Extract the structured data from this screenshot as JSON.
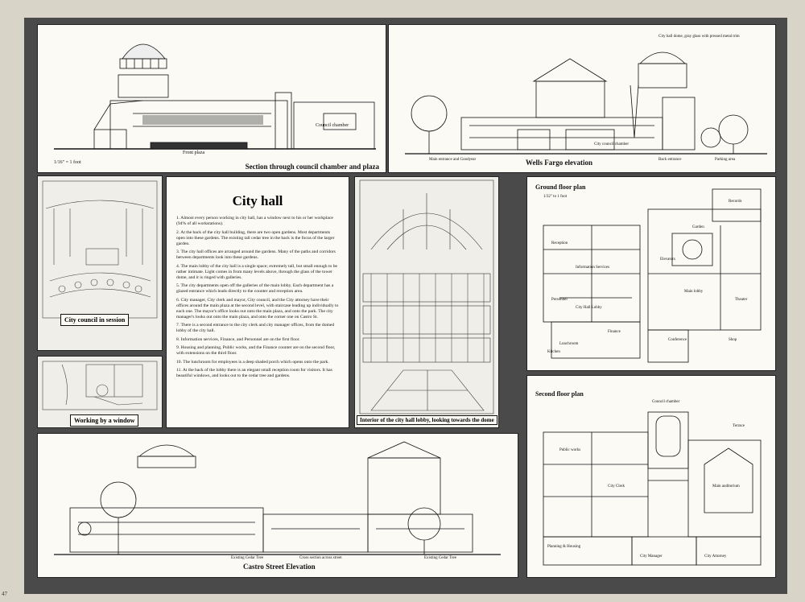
{
  "section_panel": {
    "caption": "Section through council chamber and plaza",
    "scale": "1/16\" = 1 foot",
    "labels": [
      "Council chamber",
      "Front plaza"
    ]
  },
  "wells_panel": {
    "caption": "Wells Fargo elevation",
    "top_note": "City hall dome, gray glass with pressed metal trim",
    "labels": [
      "Main entrance and Goodyear",
      "City council chamber",
      "Back entrance",
      "Parking area"
    ]
  },
  "council_panel": {
    "caption": "City council in session"
  },
  "window_panel": {
    "caption": "Working by a window"
  },
  "text_panel": {
    "title": "City hall",
    "notes": [
      "1. Almost every person working in city hall, has a window next to his or her workplace (94% of all workstations).",
      "2. At the back of the city hall building, there are two open gardens. Most departments open into these gardens. The existing tall cedar tree in the back is the focus of the larger garden.",
      "3. The city hall offices are arranged around the gardens. Many of the paths and corridors between departments look into these gardens.",
      "4. The main lobby of the city hall is a single space; extremely tall, but small enough to be rather intimate. Light comes in from many levels above, through the glass of the tower dome, and it is ringed with galleries.",
      "5. The city departments open off the galleries of the main lobby. Each department has a glazed entrance which leads directly to the counter and reception area.",
      "6. City manager, City clerk and mayor, City council, and the City attorney have their offices around the main plaza at the second level, with staircase leading up individually to each one. The mayor's office looks out onto the main plaza, and onto the park. The city manager's looks out onto the main plaza, and onto the corner one on Castro St.",
      "7. There is a second entrance to the city clerk and city manager offices, from the domed lobby of the city hall.",
      "8. Information services, Finance, and Personnel are on the first floor.",
      "9. Housing and planning, Public works, and the Finance counter are on the second floor, with extensions on the third floor.",
      "10. The lunchroom for employees is a deep shaded porch which opens onto the park.",
      "11. At the back of the lobby there is an elegant small reception room for visitors. It has beautiful windows, and looks out to the cedar tree and gardens."
    ]
  },
  "interior_panel": {
    "caption": "Interior of the city hall lobby, looking towards the dome"
  },
  "castro_panel": {
    "caption": "Castro Street Elevation",
    "labels": [
      "Existing Cedar Tree",
      "Cross section across street",
      "Existing Cedar Tree"
    ]
  },
  "ground_plan": {
    "title": "Ground floor plan",
    "scale": "1/32\" to 1 foot",
    "labels": [
      "Reception",
      "Personnel",
      "Information Services",
      "Finance",
      "Main lobby",
      "Theater",
      "Records",
      "City Hall Lobby",
      "Conference",
      "Lunchroom",
      "Elevators",
      "Shop",
      "Kitchen",
      "Garden"
    ]
  },
  "second_plan": {
    "title": "Second floor plan",
    "labels": [
      "Council chamber",
      "Public works",
      "City Clerk",
      "Main auditorium",
      "Planning & Housing",
      "City Manager",
      "City Attorney",
      "Terrace"
    ]
  },
  "page_number": "47",
  "colors": {
    "board": "#4a4a4a",
    "paper": "#fbfaf5",
    "ink": "#111111"
  }
}
